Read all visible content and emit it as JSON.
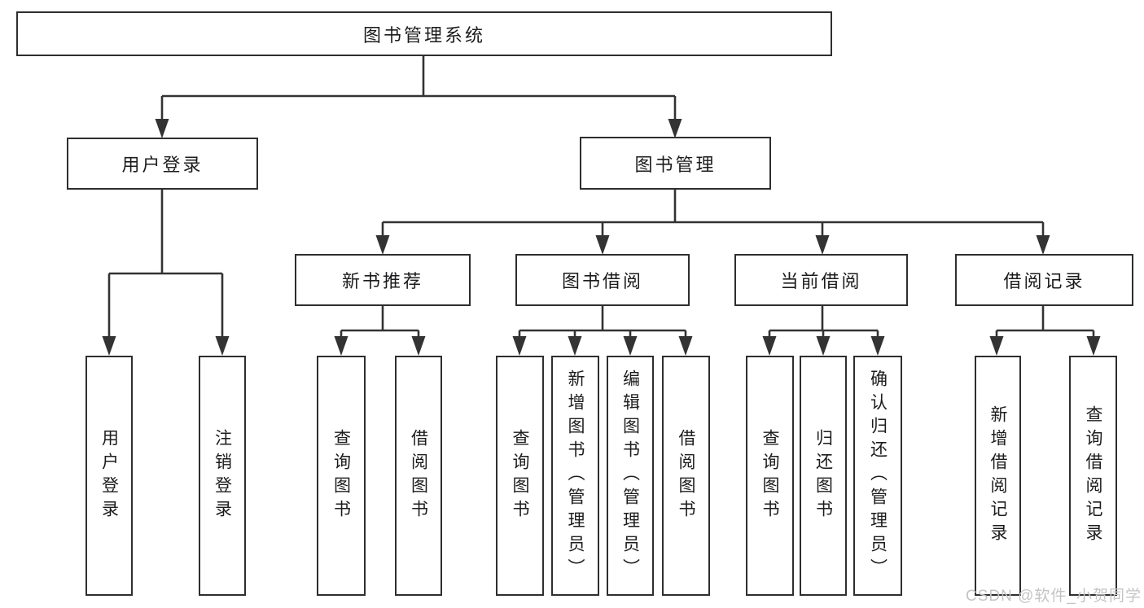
{
  "diagram": {
    "type": "hierarchy-tree",
    "colors": {
      "background": "#ffffff",
      "box_border": "#2e2e2e",
      "connector_line": "#333333",
      "text": "#1c1c1e",
      "watermark_text": "#c4c4c4"
    },
    "nodes": {
      "root": {
        "label": "图书管理系统"
      },
      "level2": [
        {
          "id": "user-login",
          "label": "用户登录"
        },
        {
          "id": "book-management",
          "label": "图书管理"
        }
      ],
      "level3": [
        {
          "id": "new-book-recommend",
          "label": "新书推荐",
          "parent": "book-management"
        },
        {
          "id": "book-borrow",
          "label": "图书借阅",
          "parent": "book-management"
        },
        {
          "id": "current-borrow",
          "label": "当前借阅",
          "parent": "book-management"
        },
        {
          "id": "borrow-records",
          "label": "借阅记录",
          "parent": "book-management"
        }
      ],
      "leaves": [
        {
          "id": "user-login-leaf",
          "label": "用户登录",
          "parent": "user-login"
        },
        {
          "id": "logout",
          "label": "注销登录",
          "parent": "user-login"
        },
        {
          "id": "search-books-recommend",
          "label": "查询图书",
          "parent": "new-book-recommend"
        },
        {
          "id": "borrow-books-recommend",
          "label": "借阅图书",
          "parent": "new-book-recommend"
        },
        {
          "id": "search-books-borrow",
          "label": "查询图书",
          "parent": "book-borrow"
        },
        {
          "id": "add-book-admin",
          "label": "新增图书（管理员）",
          "parent": "book-borrow"
        },
        {
          "id": "edit-book-admin",
          "label": "编辑图书（管理员）",
          "parent": "book-borrow"
        },
        {
          "id": "borrow-book",
          "label": "借阅图书",
          "parent": "book-borrow"
        },
        {
          "id": "search-books-current",
          "label": "查询图书",
          "parent": "current-borrow"
        },
        {
          "id": "return-book",
          "label": "归还图书",
          "parent": "current-borrow"
        },
        {
          "id": "confirm-return-admin",
          "label": "确认归还（管理员）",
          "parent": "current-borrow"
        },
        {
          "id": "add-borrow-record",
          "label": "新增借阅记录",
          "parent": "borrow-records"
        },
        {
          "id": "search-borrow-record",
          "label": "查询借阅记录",
          "parent": "borrow-records"
        }
      ]
    },
    "watermark": {
      "text": "CSDN @软件_小贺同学"
    }
  }
}
